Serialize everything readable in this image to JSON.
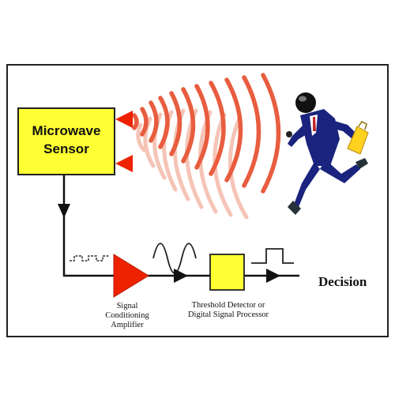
{
  "sensor": {
    "line1": "Microwave",
    "line2": "Sensor"
  },
  "amplifier": {
    "line1": "Signal",
    "line2": "Conditioning",
    "line3": "Amplifier"
  },
  "detector": {
    "line1": "Threshold Detector or",
    "line2": "Digital Signal Processor"
  },
  "output": {
    "label": "Decision"
  },
  "colors": {
    "frame": "#222222",
    "box_fill": "#ffff33",
    "triangle_red": "#ee2200",
    "wave_strong": "#e85d3f",
    "wave_faint": "#f5c4b6",
    "suit": "#1a237e",
    "briefcase": "#ffd21f"
  },
  "icons": {
    "emitter": "red-triangle",
    "amplifier": "red-triangle-amplifier-symbol",
    "person": "running-businessman-icon",
    "briefcase": "briefcase-icon"
  }
}
